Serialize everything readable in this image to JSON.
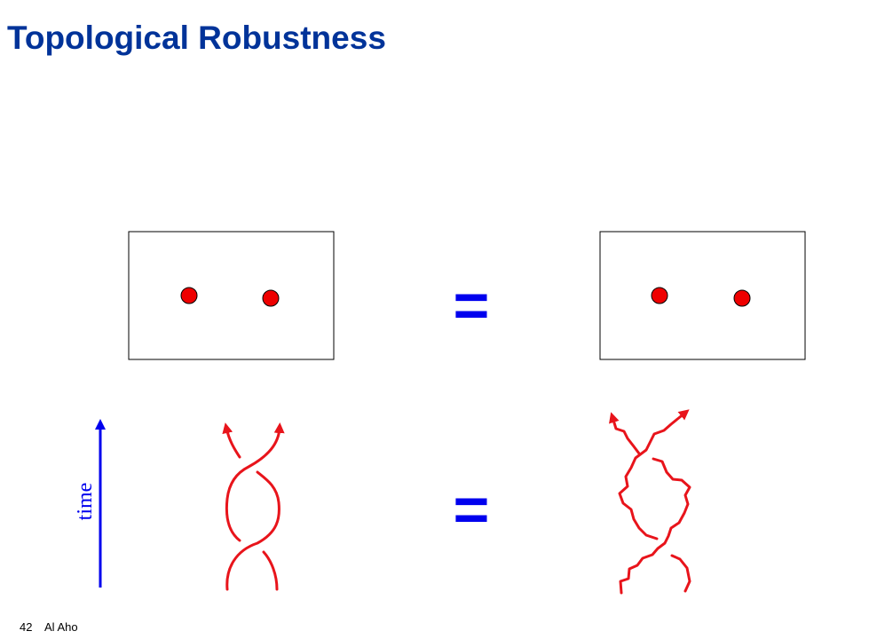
{
  "slide": {
    "title": "Topological Robustness",
    "equals_symbol": "=",
    "time_label": "time",
    "page_number": "42",
    "author": "Al Aho"
  },
  "colors": {
    "title": "#003399",
    "particle": "#ee0000",
    "braid": "#e8141b",
    "time_arrow": "#0000ee",
    "equals": "#0000ee"
  }
}
